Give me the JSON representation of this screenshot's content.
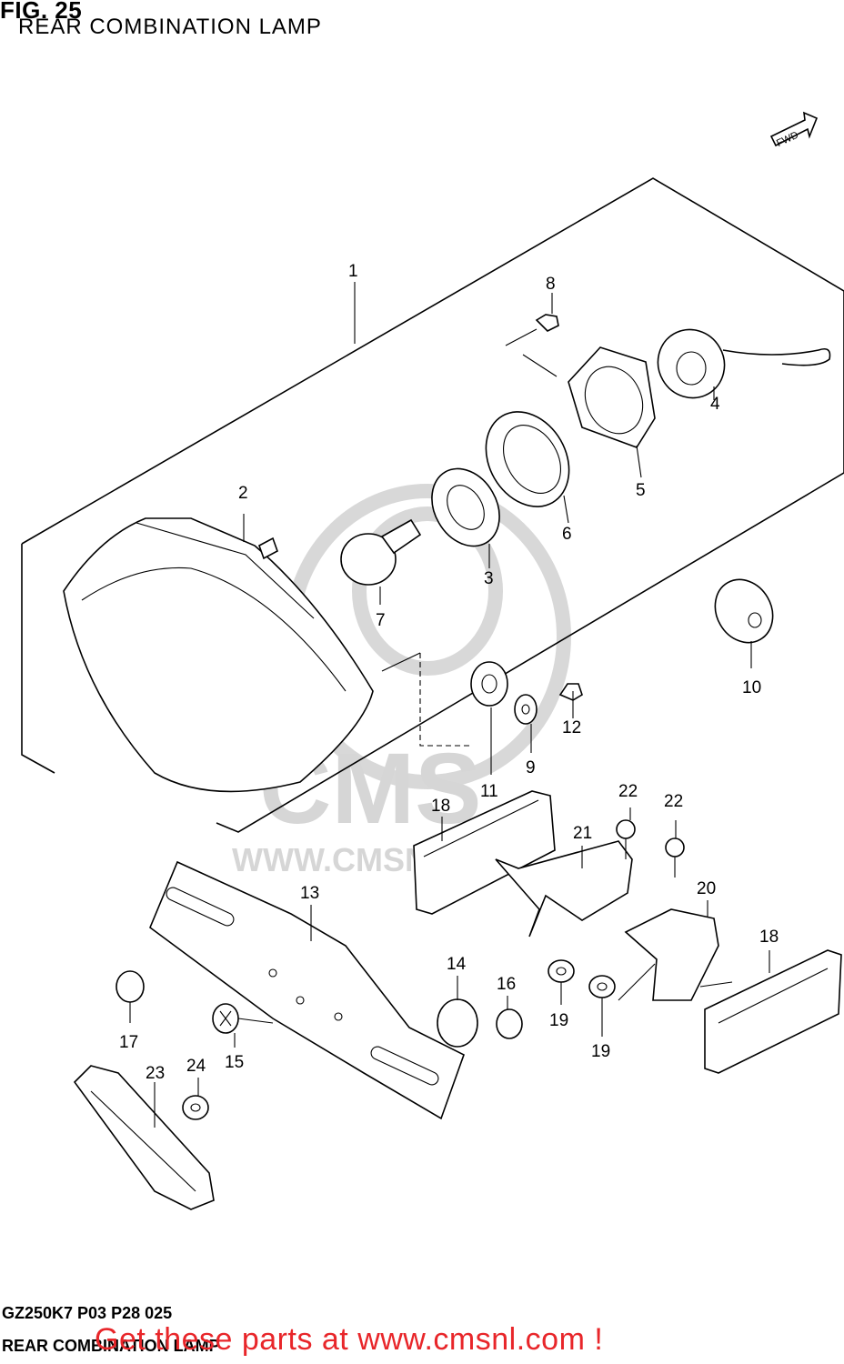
{
  "figure": {
    "number_label": "FIG. 25",
    "title": "REAR COMBINATION LAMP",
    "fwd_label": "FWD"
  },
  "footer": {
    "code": "GZ250K7 P03 P28 025",
    "title": "REAR COMBINATION LAMP",
    "promo": "Get these parts at www.cmsnl.com !"
  },
  "watermark": {
    "logo": "CMS",
    "url": "WWW.CMSNL.COM"
  },
  "callouts": {
    "c1": "1",
    "c2": "2",
    "c3": "3",
    "c4": "4",
    "c5": "5",
    "c6": "6",
    "c7": "7",
    "c8": "8",
    "c9": "9",
    "c10": "10",
    "c11": "11",
    "c12": "12",
    "c13": "13",
    "c14": "14",
    "c15": "15",
    "c16": "16",
    "c17": "17",
    "c18a": "18",
    "c18b": "18",
    "c19a": "19",
    "c19b": "19",
    "c20": "20",
    "c21": "21",
    "c22a": "22",
    "c22b": "22",
    "c23": "23",
    "c24": "24"
  }
}
